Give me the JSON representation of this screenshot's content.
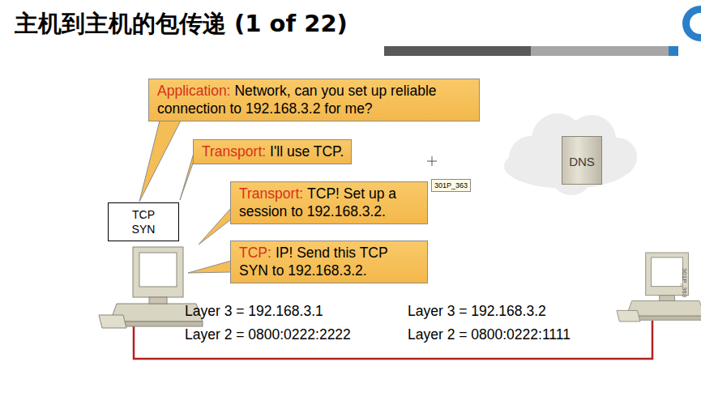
{
  "diagram": {
    "title": "主机到主机的包传递 (1 of 22)",
    "nodes": [
      {
        "text": [
          "Application:",
          "Network, can you set up reliable connection to 192.168.3.2 for me?"
        ]
      },
      {
        "text": [
          "Transport:",
          "I'll use TCP."
        ]
      },
      {
        "text": [
          "Transport:",
          "TCP! Set up a session to 192.168.3.2."
        ]
      },
      {
        "text": [
          "TCP:",
          "IP! Send this TCP SYN to 192.168.3.2."
        ]
      },
      {
        "text": [
          "TCP SYN"
        ]
      },
      {
        "text": [
          "DNS"
        ]
      }
    ],
    "labels": [
      "Layer 3 = 192.168.3.1",
      "Layer 2 = 0800:0222:2222",
      "Layer 3 = 192.168.3.2",
      "Layer 2 = 0800:0222:1111",
      "301P_363",
      "301P_363"
    ]
  }
}
